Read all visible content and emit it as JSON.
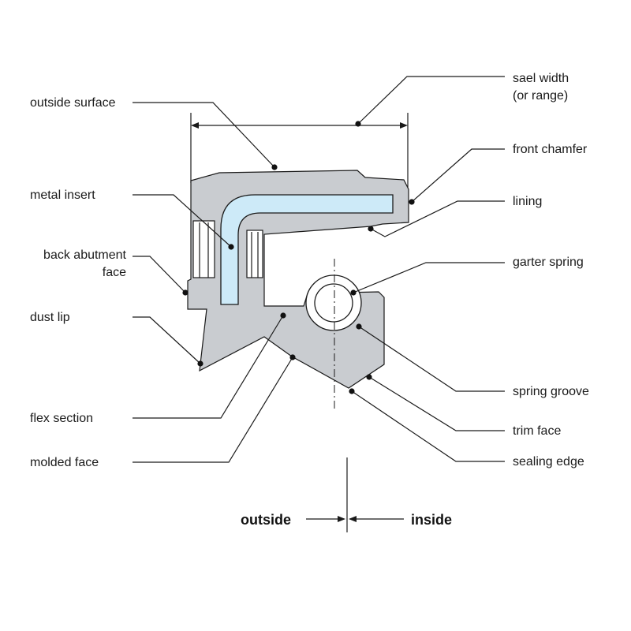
{
  "labels": {
    "outside_surface": "outside surface",
    "metal_insert": "metal insert",
    "back_abutment_line1": "back abutment",
    "back_abutment_line2": "face",
    "dust_lip": "dust lip",
    "flex_section": "flex section",
    "molded_face": "molded face",
    "seal_width_line1": "sael width",
    "seal_width_line2": "(or range)",
    "front_chamfer": "front chamfer",
    "lining": "lining",
    "garter_spring": "garter spring",
    "spring_groove": "spring groove",
    "trim_face": "trim face",
    "sealing_edge": "sealing edge"
  },
  "direction": {
    "outside": "outside",
    "inside": "inside"
  },
  "colors": {
    "seal_body": "#c9ccd0",
    "metal_insert": "#cdeaf8",
    "line": "#1a1a1a"
  }
}
